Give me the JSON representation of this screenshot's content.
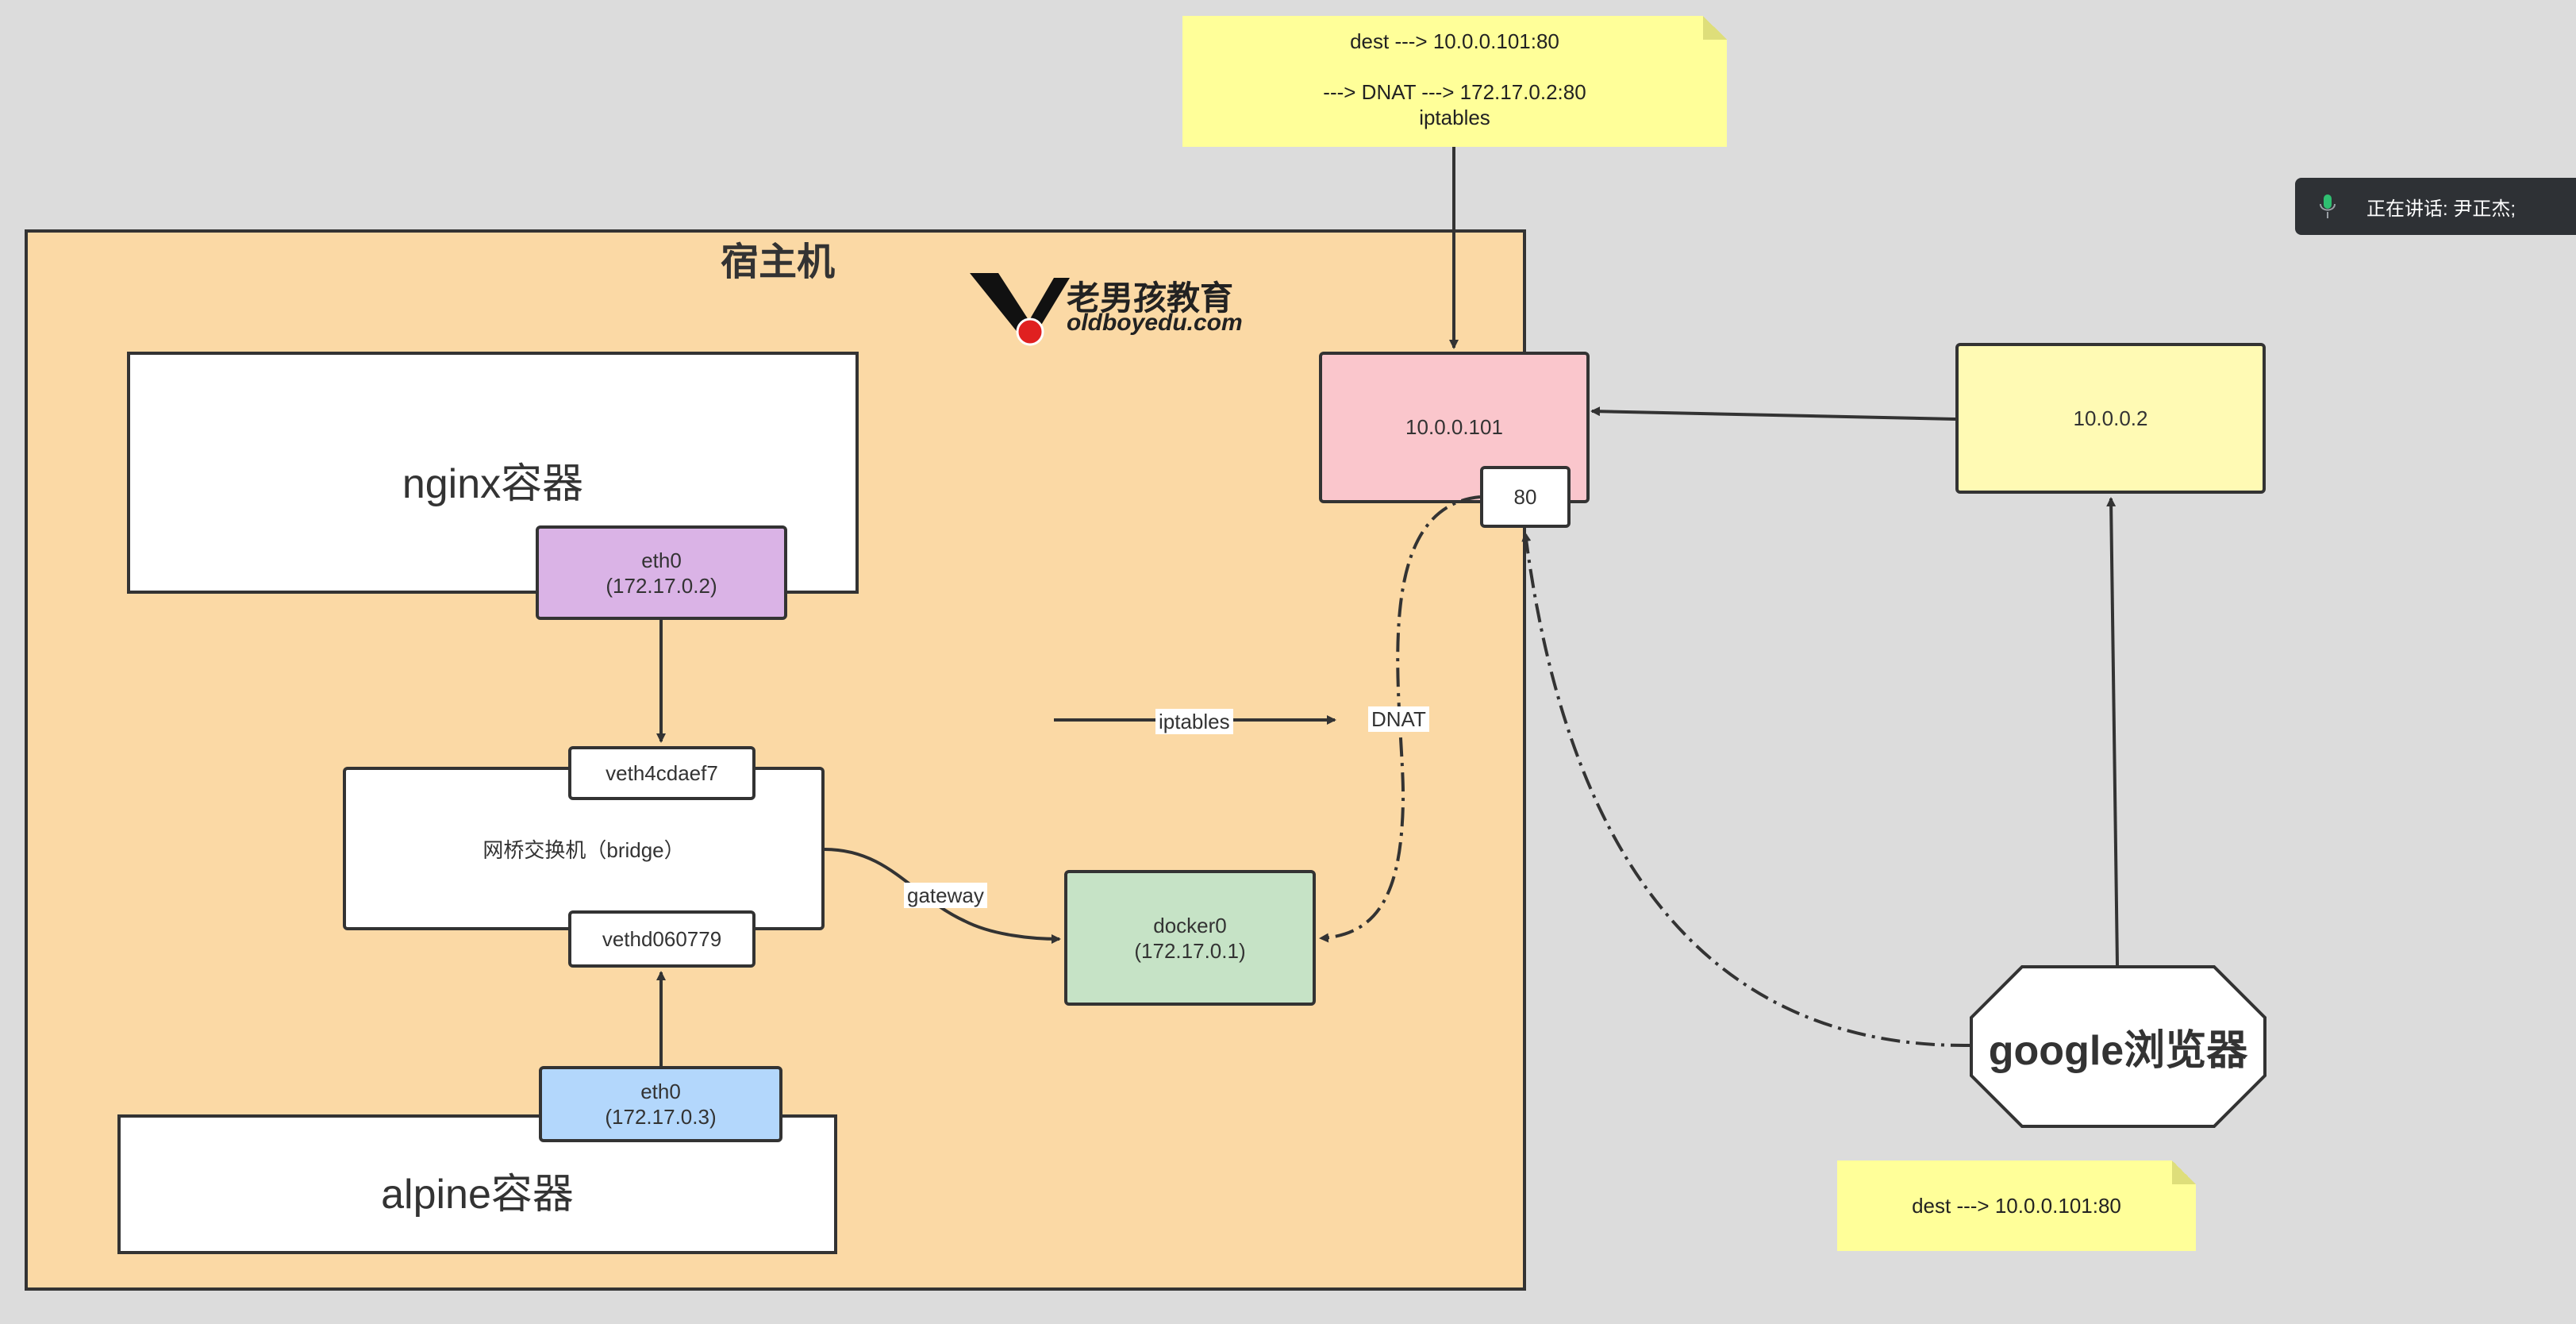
{
  "host": {
    "title": "宿主机"
  },
  "logo": {
    "cn": "老男孩教育",
    "en": "oldboyedu.com"
  },
  "containers": {
    "nginx": {
      "label": "nginx容器",
      "eth_name": "eth0",
      "eth_ip": "(172.17.0.2)",
      "color": "#dab3e6"
    },
    "alpine": {
      "label": "alpine容器",
      "eth_name": "eth0",
      "eth_ip": "(172.17.0.3)",
      "color": "#b3d7fc"
    }
  },
  "bridge": {
    "label": "网桥交换机（bridge）",
    "veth_top": "veth4cdaef7",
    "veth_bottom": "vethd060779"
  },
  "docker0": {
    "name": "docker0",
    "ip": "(172.17.0.1)",
    "color": "#c6e3c6"
  },
  "edges": {
    "gateway": "gateway",
    "iptables": "iptables",
    "dnat": "DNAT"
  },
  "host_ip": {
    "ip": "10.0.0.101",
    "port": "80",
    "color": "#fac6cc"
  },
  "client_ip": {
    "ip": "10.0.0.2",
    "color": "#fffab4"
  },
  "browser": {
    "label": "google浏览器"
  },
  "notes": {
    "top": {
      "line1": "dest ---> 10.0.0.101:80",
      "line2": "---> DNAT ---> 172.17.0.2:80",
      "line3": "iptables"
    },
    "bottom": {
      "line1": "dest ---> 10.0.0.101:80"
    }
  },
  "speaking": {
    "text": "正在讲话: 尹正杰;"
  }
}
